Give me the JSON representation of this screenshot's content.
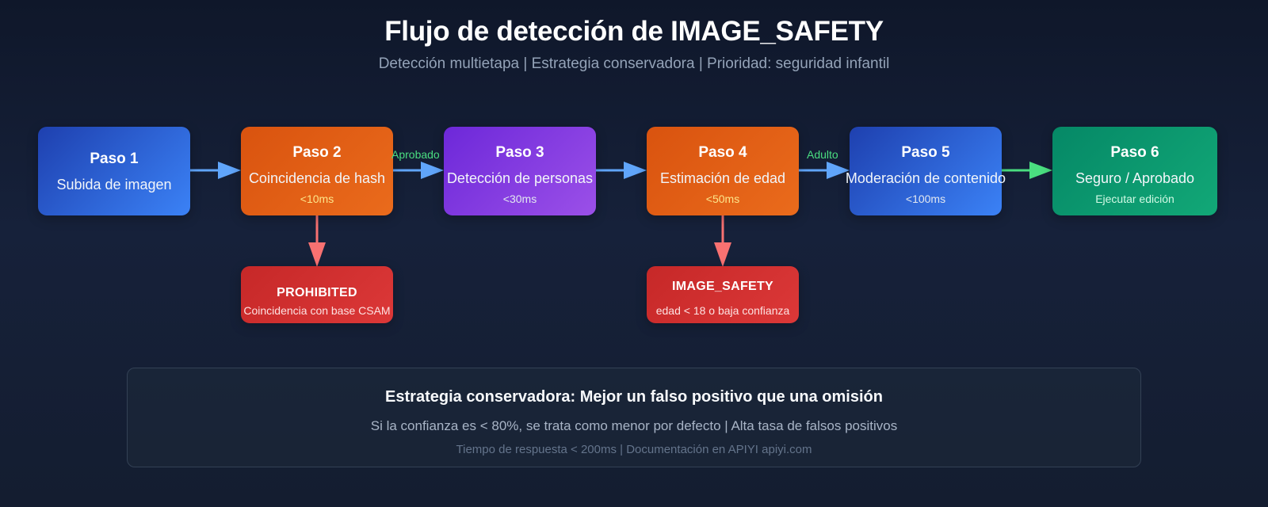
{
  "header": {
    "title": "Flujo de detección de IMAGE_SAFETY",
    "subtitle": "Detección multietapa | Estrategia conservadora | Prioridad: seguridad infantil"
  },
  "steps": [
    {
      "title": "Paso 1",
      "subtitle": "Subida de imagen",
      "meta": "",
      "color": "blue"
    },
    {
      "title": "Paso 2",
      "subtitle": "Coincidencia de hash",
      "meta": "<10ms",
      "color": "orange"
    },
    {
      "title": "Paso 3",
      "subtitle": "Detección de personas",
      "meta": "<30ms",
      "color": "purple"
    },
    {
      "title": "Paso 4",
      "subtitle": "Estimación de edad",
      "meta": "<50ms",
      "color": "orange"
    },
    {
      "title": "Paso 5",
      "subtitle": "Moderación de contenido",
      "meta": "<100ms",
      "color": "blue"
    },
    {
      "title": "Paso 6",
      "subtitle": "Seguro / Aprobado",
      "meta": "Ejecutar edición",
      "color": "green"
    }
  ],
  "edge_labels": {
    "step2_to_step3": "Aprobado",
    "step4_to_step5": "Adulto"
  },
  "rejections": [
    {
      "title": "PROHIBITED",
      "subtitle": "Coincidencia con base CSAM"
    },
    {
      "title": "IMAGE_SAFETY",
      "subtitle": "edad < 18 o baja confianza"
    }
  ],
  "strategy": {
    "title": "Estrategia conservadora: Mejor un falso positivo que una omisión",
    "line1": "Si la confianza es < 80%, se trata como menor por defecto | Alta tasa de falsos positivos",
    "line2": "Tiempo de respuesta < 200ms | Documentación en APIYI apiyi.com"
  },
  "colors": {
    "flow_arrow": "#60a5fa",
    "approve_arrow": "#4ade80",
    "reject_arrow": "#f87171",
    "edge_label": "#4ade80"
  }
}
